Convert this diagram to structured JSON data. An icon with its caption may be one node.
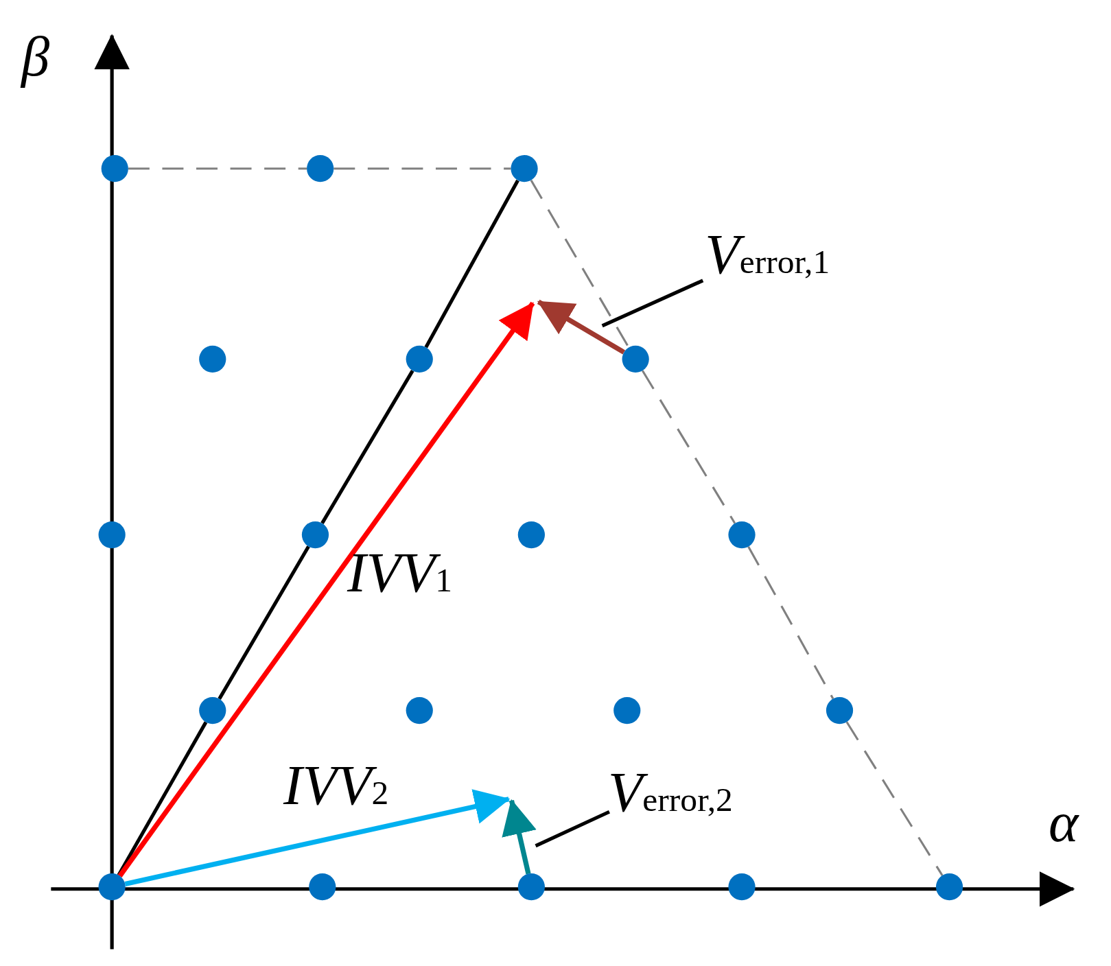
{
  "diagram": {
    "nodes": [
      {
        "text": [],
        "shape": "circle"
      },
      {
        "text": [],
        "shape": "circle"
      },
      {
        "text": [],
        "shape": "circle"
      },
      {
        "text": [],
        "shape": "circle"
      },
      {
        "text": [],
        "shape": "circle"
      },
      {
        "text": [],
        "shape": "circle"
      },
      {
        "text": [],
        "shape": "circle"
      },
      {
        "text": [],
        "shape": "circle"
      },
      {
        "text": [],
        "shape": "circle"
      },
      {
        "text": [],
        "shape": "circle"
      },
      {
        "text": [],
        "shape": "circle"
      },
      {
        "text": [],
        "shape": "circle"
      },
      {
        "text": [],
        "shape": "circle"
      },
      {
        "text": [],
        "shape": "circle"
      },
      {
        "text": [],
        "shape": "circle"
      },
      {
        "text": [],
        "shape": "circle"
      },
      {
        "text": [],
        "shape": "circle"
      },
      {
        "text": [],
        "shape": "circle"
      },
      {
        "text": [],
        "shape": "circle"
      },
      {
        "text": [
          "*V*$_{error,1}$"
        ]
      },
      {
        "text": [
          "*V*$_{error,2}$"
        ]
      }
    ],
    "edges": [
      {
        "from": 14,
        "to": 10,
        "arrow": "none"
      },
      {
        "from": 10,
        "to": 7,
        "arrow": "none"
      },
      {
        "from": 7,
        "to": 4,
        "arrow": "none"
      },
      {
        "from": 4,
        "to": 2,
        "arrow": "none"
      },
      {
        "from": 0,
        "to": 1,
        "arrow": "none",
        "style": "dashed",
        "color": "#808080"
      },
      {
        "from": 1,
        "to": 2,
        "arrow": "none",
        "style": "dashed",
        "color": "#808080"
      },
      {
        "from": 2,
        "to": 5,
        "arrow": "none",
        "style": "dashed",
        "color": "#808080"
      },
      {
        "from": 5,
        "to": 9,
        "arrow": "none",
        "style": "dashed",
        "color": "#808080"
      },
      {
        "from": 9,
        "to": 13,
        "arrow": "none",
        "style": "dashed",
        "color": "#808080"
      },
      {
        "from": 13,
        "to": 18,
        "arrow": "none",
        "style": "dashed",
        "color": "#808080"
      },
      {
        "from": 14,
        "to": null,
        "arrow": "to",
        "label": "*IVV*$_{1}$",
        "color": "#ff0000"
      },
      {
        "from": 5,
        "to": null,
        "arrow": "to",
        "color": "#a0392f"
      },
      {
        "from": 14,
        "to": null,
        "arrow": "to",
        "label": "*IVV*$_{2}$",
        "color": "#00b0f0"
      },
      {
        "from": 16,
        "to": null,
        "arrow": "to",
        "color": "#00868f"
      },
      {
        "from": 19,
        "to": null,
        "arrow": "none"
      },
      {
        "from": 20,
        "to": null,
        "arrow": "none"
      }
    ],
    "labels": [
      "β",
      "α"
    ]
  }
}
